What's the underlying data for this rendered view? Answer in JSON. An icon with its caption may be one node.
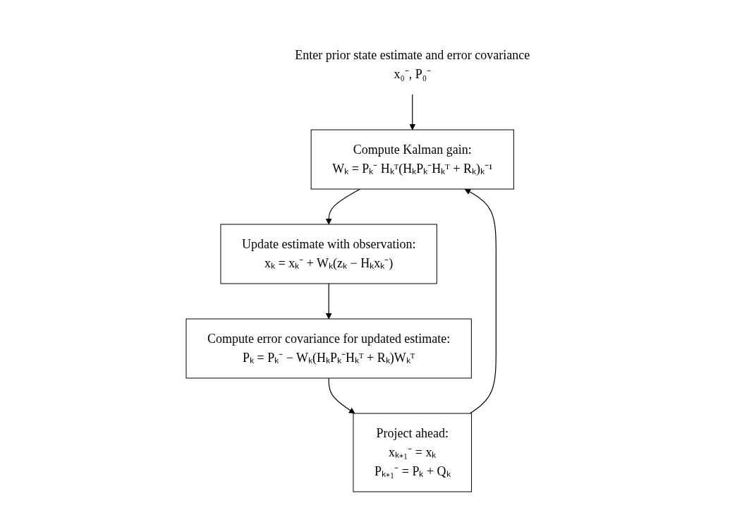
{
  "diagram": {
    "nodes": [
      {
        "text": [
          "Enter prior state estimate and error covariance",
          "x₀⁻, P₀⁻"
        ]
      },
      {
        "text": [
          "Compute Kalman gain:",
          "Wₖ = Pₖ⁻ Hₖᵀ(HₖPₖ⁻Hₖᵀ + Rₖ)ₖ⁻¹"
        ]
      },
      {
        "text": [
          "Update estimate with observation:",
          "xₖ = xₖ⁻ + Wₖ(zₖ − Hₖxₖ⁻)"
        ]
      },
      {
        "text": [
          "Compute error covariance for updated estimate:",
          "Pₖ = Pₖ⁻ − Wₖ(HₖPₖ⁻Hₖᵀ + Rₖ)Wₖᵀ"
        ]
      },
      {
        "text": [
          "Project ahead:",
          "xₖ₊₁⁻ = xₖ",
          "Pₖ₊₁⁻ = Pₖ + Qₖ"
        ]
      }
    ],
    "edges": [
      {
        "from": 0,
        "to": 1,
        "arrow": "to"
      },
      {
        "from": 1,
        "to": 2,
        "arrow": "to"
      },
      {
        "from": 2,
        "to": 3,
        "arrow": "to"
      },
      {
        "from": 3,
        "to": 4,
        "arrow": "to"
      },
      {
        "from": 4,
        "to": 1,
        "arrow": "to"
      }
    ]
  }
}
